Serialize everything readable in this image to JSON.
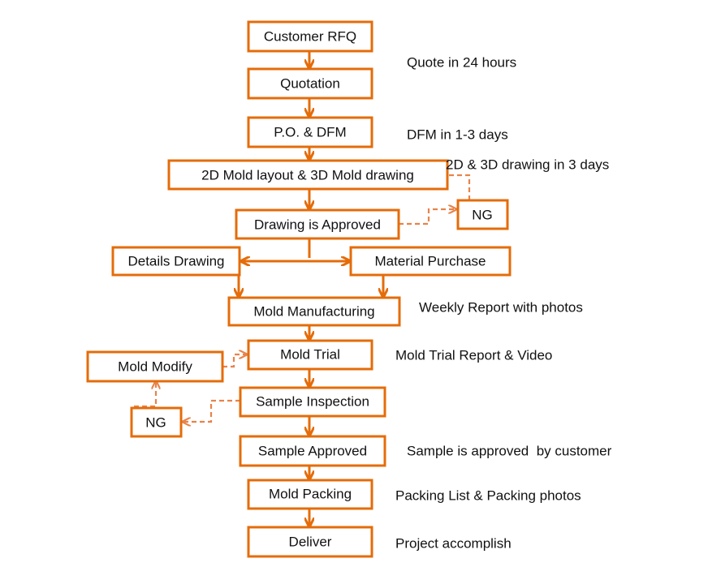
{
  "accent_color": "#E46C0A",
  "steps": {
    "customer_rfq": "Customer RFQ",
    "quotation": "Quotation",
    "po_dfm": "P.O. & DFM",
    "mold_layout": "2D Mold layout & 3D Mold drawing",
    "drawing_approved": "Drawing is Approved",
    "ng_drawing": "NG",
    "details_drawing": "Details Drawing",
    "material_purchase": "Material Purchase",
    "mold_manufacturing": "Mold Manufacturing",
    "mold_trial": "Mold Trial",
    "mold_modify": "Mold Modify",
    "sample_inspection": "Sample Inspection",
    "ng_sample": "NG",
    "sample_approved": "Sample Approved",
    "mold_packing": "Mold Packing",
    "deliver": "Deliver"
  },
  "notes": {
    "quote": "Quote in 24 hours",
    "dfm": "DFM in 1-3 days",
    "drawing": "2D & 3D drawing in 3 days",
    "weekly": "Weekly Report with photos",
    "trial": "Mold Trial Report & Video",
    "sample": "Sample is approved  by customer",
    "packing": "Packing List & Packing photos",
    "project": "Project accomplish"
  }
}
